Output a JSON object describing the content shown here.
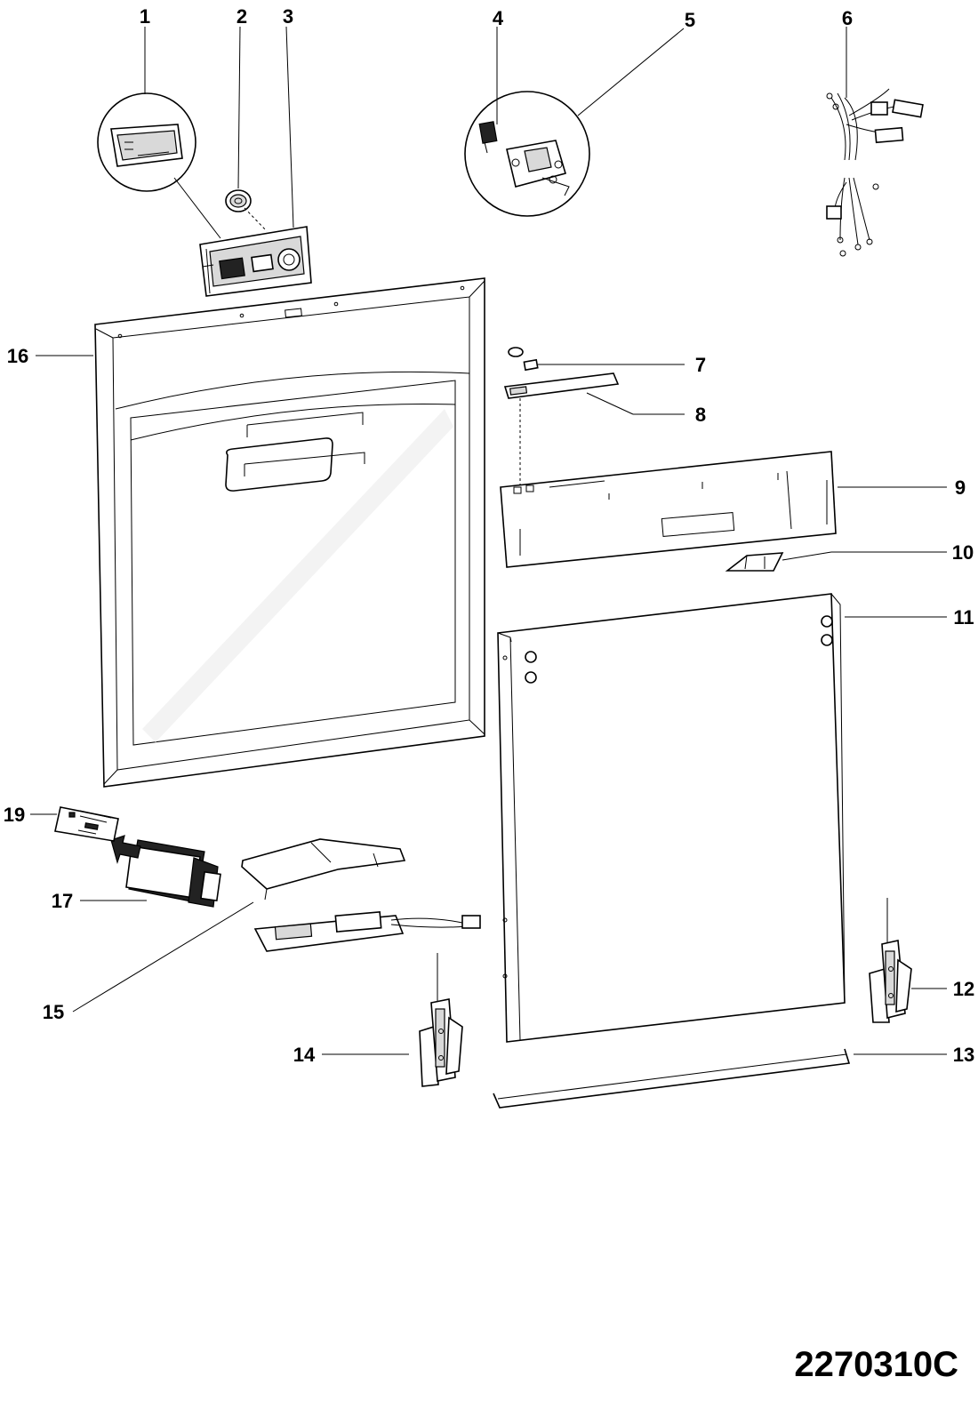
{
  "diagram": {
    "drawing_code": "2270310C",
    "callouts": [
      {
        "id": "1",
        "label": "1"
      },
      {
        "id": "2",
        "label": "2"
      },
      {
        "id": "3",
        "label": "3"
      },
      {
        "id": "4",
        "label": "4"
      },
      {
        "id": "5",
        "label": "5"
      },
      {
        "id": "6",
        "label": "6"
      },
      {
        "id": "7",
        "label": "7"
      },
      {
        "id": "8",
        "label": "8"
      },
      {
        "id": "9",
        "label": "9"
      },
      {
        "id": "10",
        "label": "10"
      },
      {
        "id": "11",
        "label": "11"
      },
      {
        "id": "12",
        "label": "12"
      },
      {
        "id": "13",
        "label": "13"
      },
      {
        "id": "14",
        "label": "14"
      },
      {
        "id": "15",
        "label": "15"
      },
      {
        "id": "16",
        "label": "16"
      },
      {
        "id": "17",
        "label": "17"
      },
      {
        "id": "19",
        "label": "19"
      }
    ]
  }
}
